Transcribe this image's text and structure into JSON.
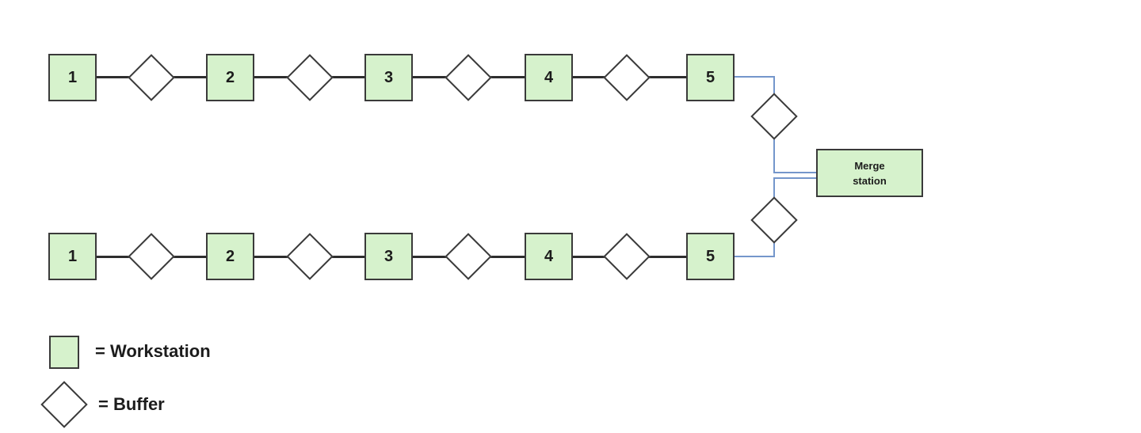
{
  "top_line": {
    "stations": [
      "1",
      "2",
      "3",
      "4",
      "5"
    ]
  },
  "bottom_line": {
    "stations": [
      "1",
      "2",
      "3",
      "4",
      "5"
    ]
  },
  "merge_station": {
    "line1": "Merge",
    "line2": "station"
  },
  "legend": {
    "workstation": "= Workstation",
    "buffer": "= Buffer"
  },
  "colors": {
    "workstation_fill": "#d6f2cc",
    "shape_border": "#3a3a3a",
    "line_connector": "#2e2e2e",
    "merge_connector": "#7496cb",
    "background": "#ffffff"
  }
}
